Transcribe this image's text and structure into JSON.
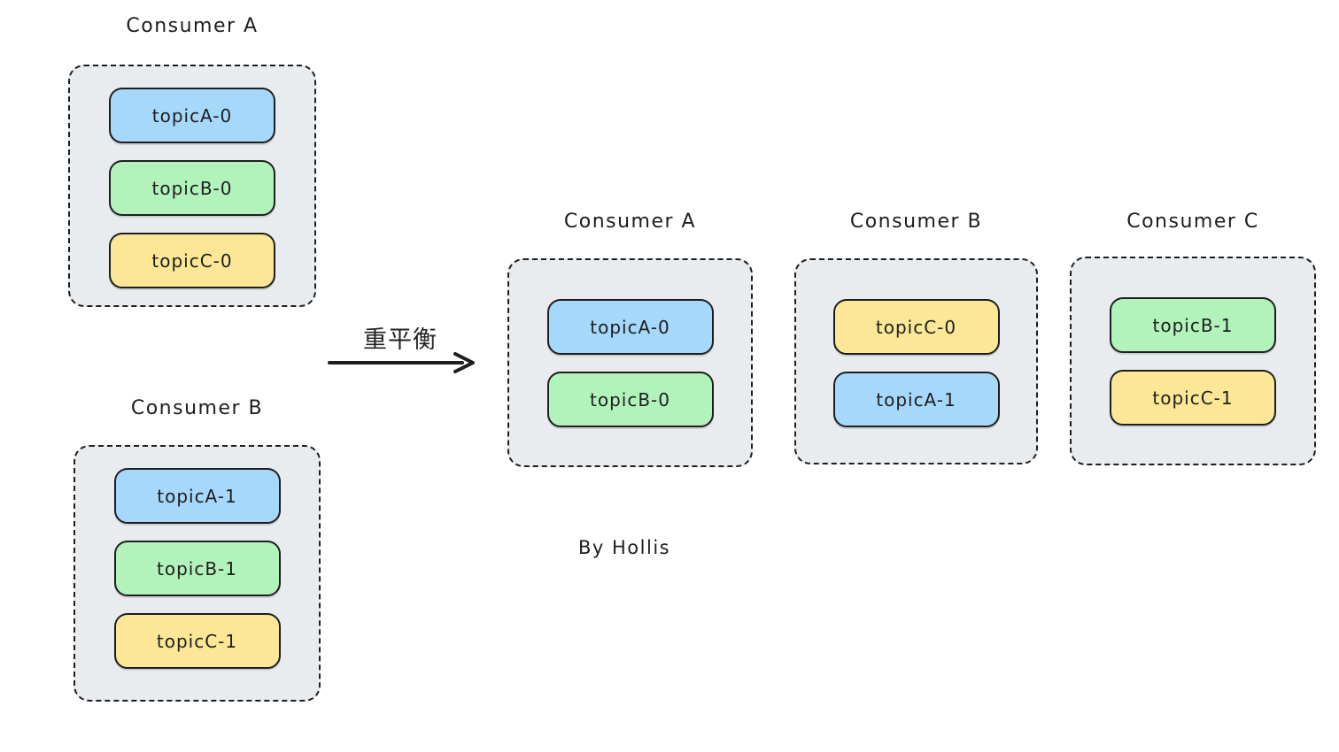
{
  "colors": {
    "partition_blue": "#a5d8fb",
    "partition_green": "#b2f2bb",
    "partition_yellow": "#fbe796",
    "group_fill": "#e9ecef",
    "stroke": "#1e1e1e"
  },
  "before": {
    "groups": [
      {
        "title": "Consumer A",
        "partitions": [
          {
            "label": "topicA-0",
            "color": "partition_blue"
          },
          {
            "label": "topicB-0",
            "color": "partition_green"
          },
          {
            "label": "topicC-0",
            "color": "partition_yellow"
          }
        ]
      },
      {
        "title": "Consumer B",
        "partitions": [
          {
            "label": "topicA-1",
            "color": "partition_blue"
          },
          {
            "label": "topicB-1",
            "color": "partition_green"
          },
          {
            "label": "topicC-1",
            "color": "partition_yellow"
          }
        ]
      }
    ]
  },
  "after": {
    "groups": [
      {
        "title": "Consumer A",
        "partitions": [
          {
            "label": "topicA-0",
            "color": "partition_blue"
          },
          {
            "label": "topicB-0",
            "color": "partition_green"
          }
        ]
      },
      {
        "title": "Consumer B",
        "partitions": [
          {
            "label": "topicC-0",
            "color": "partition_yellow"
          },
          {
            "label": "topicA-1",
            "color": "partition_blue"
          }
        ]
      },
      {
        "title": "Consumer C",
        "partitions": [
          {
            "label": "topicB-1",
            "color": "partition_green"
          },
          {
            "label": "topicC-1",
            "color": "partition_yellow"
          }
        ]
      }
    ]
  },
  "arrow": {
    "label": "重平衡",
    "icon": "arrow-right-icon"
  },
  "credit": {
    "text": "By Hollis"
  }
}
